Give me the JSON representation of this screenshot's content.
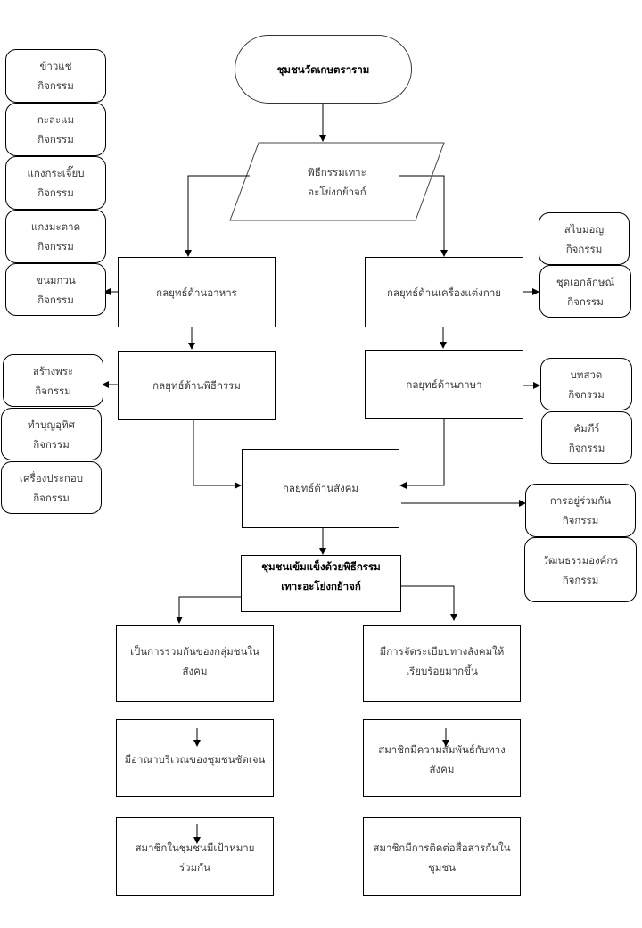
{
  "start": {
    "label": "ชุมชนวัดเกษตราราม"
  },
  "ritual": {
    "line1": "พิธีกรรมเทาะ",
    "line2": "อะโย่งกย้าจก์"
  },
  "strategies": {
    "food": "กลยุทธ์ด้านอาหาร",
    "costume": "กลยุทธ์ด้านเครื่องแต่งกาย",
    "ceremony": "กลยุทธ์ด้านพิธีกรรม",
    "language": "กลยุทธ์ด้านภาษา",
    "society": "กลยุทธ์ด้านสังคม"
  },
  "result": {
    "line1": "ชุมชนเข้มแข็งด้วยพิธีกรรม",
    "line2": "เทาะอะโย่งกย้าจก์"
  },
  "activity_label": "กิจกรรม",
  "food_activities": [
    "ข้าวแช่",
    "กะละแม",
    "แกงกระเจี๊ยบ",
    "แกงมะตาด",
    "ขนมกวน"
  ],
  "ceremony_activities": [
    "สร้างพระ",
    "ทำบุญอุทิศ",
    "เครื่องประกอบ"
  ],
  "costume_activities": [
    "สไบมอญ",
    "ชุดเอกลักษณ์"
  ],
  "language_activities": [
    "บทสวด",
    "คัมภีร์"
  ],
  "society_activities": [
    "การอยู่ร่วมกัน",
    "วัฒนธรรมองค์กร"
  ],
  "outcomes_left": [
    {
      "line1": "เป็นการรวมกันของกลุ่มชนใน",
      "line2": "สังคม"
    },
    {
      "line1": "มีอาณาบริเวณของชุมชนชัดเจน",
      "line2": ""
    },
    {
      "line1": "สมาชิกในชุมชนมีเป้าหมาย",
      "line2": "ร่วมกัน"
    }
  ],
  "outcomes_right": [
    {
      "line1": "มีการจัดระเบียบทางสังคมให้",
      "line2": "เรียบร้อยมากขึ้น"
    },
    {
      "line1": "สมาชิกมีความสัมพันธ์กับทาง",
      "line2": "สังคม"
    },
    {
      "line1": "สมาชิกมีการติดต่อสื่อสารกันใน",
      "line2": "ชุมชน"
    }
  ]
}
